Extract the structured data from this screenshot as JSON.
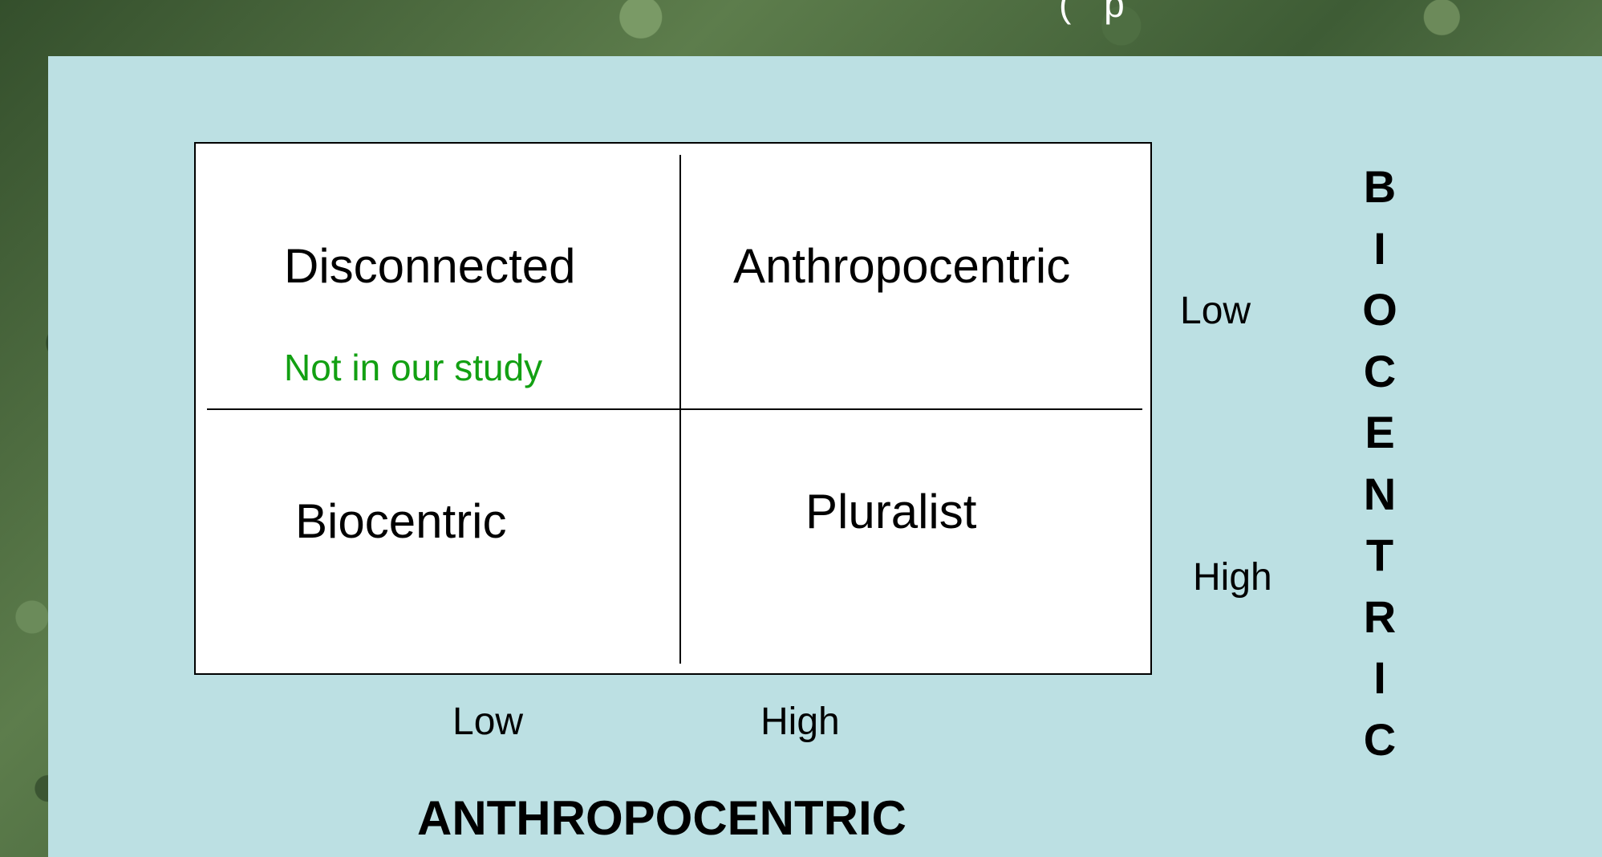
{
  "header": {
    "fragment": "( p"
  },
  "quadrants": {
    "top_left": "Disconnected",
    "top_left_note": "Not in our study",
    "top_right": "Anthropocentric",
    "bottom_left": "Biocentric",
    "bottom_right": "Pluralist"
  },
  "x_axis": {
    "title": "ANTHROPOCENTRIC",
    "ticks": [
      "Low",
      "High"
    ]
  },
  "y_axis": {
    "title_letters": [
      "B",
      "I",
      "O",
      "C",
      "E",
      "N",
      "T",
      "R",
      "I",
      "C"
    ],
    "ticks": [
      "Low",
      "High"
    ]
  },
  "colors": {
    "panel": "#bce0e3",
    "note": "#12a012",
    "background": "#3e5c35"
  }
}
